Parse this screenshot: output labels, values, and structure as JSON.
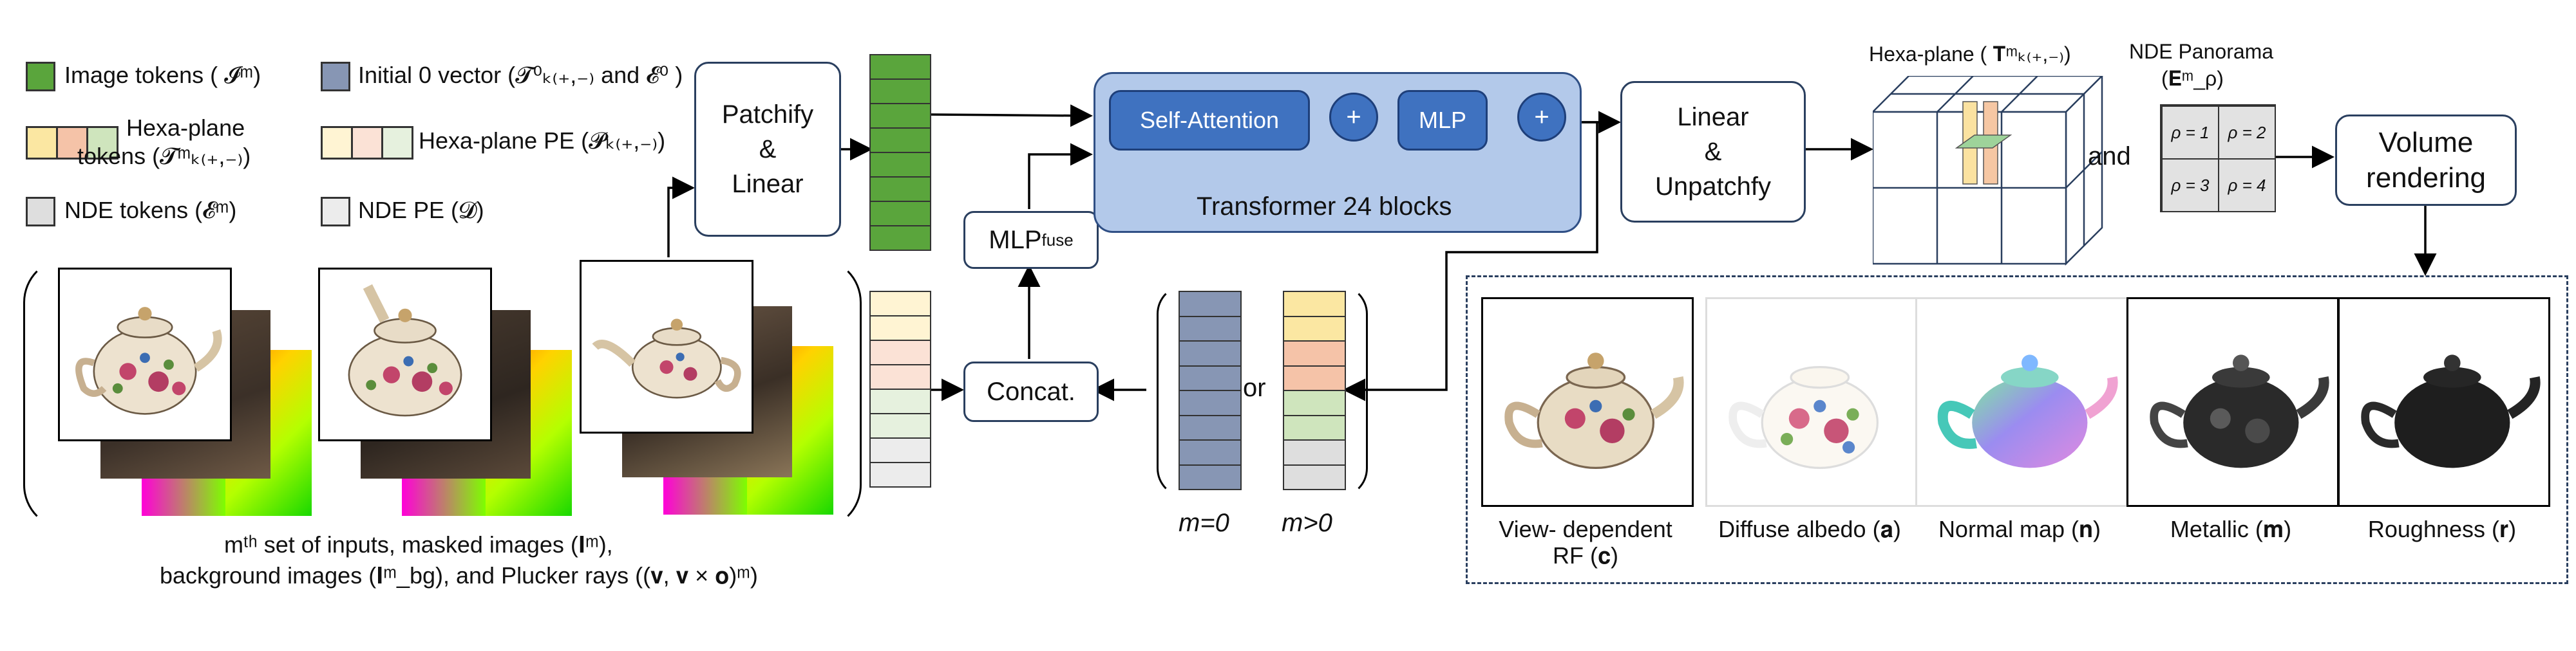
{
  "legend": {
    "image_tokens": "Image tokens ( 𝓘ᵐ)",
    "hexa_tokens_line1": "Hexa-plane",
    "hexa_tokens_line2": "tokens (𝓣ᵐₖ₍₊,₋₎)",
    "nde_tokens": "NDE tokens (𝓔ᵐ)",
    "initial_vector": "Initial 0 vector (𝓣⁰ₖ₍₊,₋₎ and 𝓔⁰ )",
    "hexa_pe": "Hexa-plane PE (𝓟ₖ₍₊,₋₎)",
    "nde_pe": "NDE PE (𝓓)",
    "colors": {
      "green": "#5aa53c",
      "hexa": [
        "#fbe7a2",
        "#f5c3a8",
        "#cfe5bd"
      ],
      "hexa_pe": [
        "#fff4d3",
        "#fbe2d6",
        "#e6f1de"
      ],
      "slate": "#8796b4",
      "nde": "#dedede"
    }
  },
  "boxes": {
    "patchify": "Patchify\n&\nLinear",
    "mlp_fuse_main": "MLP",
    "mlp_fuse_sub": "fuse",
    "concat": "Concat.",
    "self_attention": "Self-Attention",
    "mlp": "MLP",
    "plus": "+",
    "transformer_label": "Transformer 24 blocks",
    "linear_unpatchfy": "Linear\n&\nUnpatchfy",
    "volume_rendering": "Volume\nrendering"
  },
  "hexa_plane_title": "Hexa-plane ( 𝐓ᵐₖ₍₊,₋₎)",
  "and_label": "and",
  "nde_panorama_title": "NDE Panorama",
  "nde_panorama_sub": "(𝐄ᵐ_ρ)",
  "panorama_cells": [
    "ρ = 1",
    "ρ = 2",
    "ρ = 3",
    "ρ = 4"
  ],
  "or_label": "or",
  "m0_label": "m=0",
  "mgt0_label": "m>0",
  "inputs_caption": {
    "line1": "mᵗʰ set of inputs, masked images (𝐈ᵐ),",
    "line2": "background images (𝐈ᵐ_bg), and Plucker rays ((𝐯, 𝐯 × 𝐨)ᵐ)"
  },
  "outputs": [
    {
      "label": "View- dependent\nRF (𝐜)",
      "icon": "teapot-photo-icon"
    },
    {
      "label": "Diffuse albedo (𝐚)",
      "icon": "teapot-albedo-icon"
    },
    {
      "label": "Normal map (𝐧)",
      "icon": "teapot-normal-icon"
    },
    {
      "label": "Metallic (𝐦)",
      "icon": "teapot-metallic-icon"
    },
    {
      "label": "Roughness (𝐫)",
      "icon": "teapot-roughness-icon"
    }
  ]
}
